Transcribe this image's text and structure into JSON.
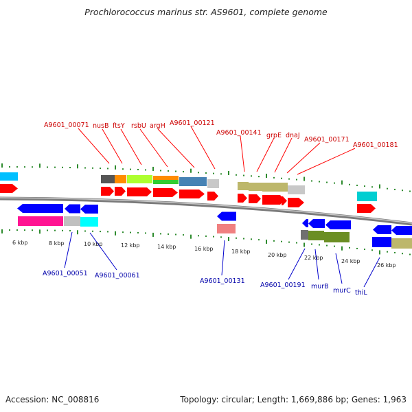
{
  "title": "Prochlorococcus marinus str. AS9601, complete genome",
  "footer": {
    "accession": "Accession: NC_008816",
    "topology": "Topology: circular; Length: 1,669,886 bp; Genes: 1,963"
  },
  "colors": {
    "forward_label": "#cc0000",
    "reverse_label": "#0000aa",
    "tick": "#2e8b2e",
    "backbone": "#808080"
  },
  "scale_labels": [
    "6 kbp",
    "8 kbp",
    "10 kbp",
    "12 kbp",
    "14 kbp",
    "16 kbp",
    "18 kbp",
    "20 kbp",
    "22 kbp",
    "24 kbp",
    "26 kbp"
  ],
  "forward_gene_labels": [
    "A9601_00071",
    "nusB",
    "ftsY",
    "rsbU",
    "argH",
    "A9601_00121",
    "A9601_00141",
    "grpE",
    "dnaJ",
    "A9601_00171",
    "A9601_00181"
  ],
  "reverse_gene_labels": [
    "A9601_00051",
    "A9601_00061",
    "A9601_00131",
    "A9601_00191",
    "murB",
    "murC",
    "thiL"
  ]
}
